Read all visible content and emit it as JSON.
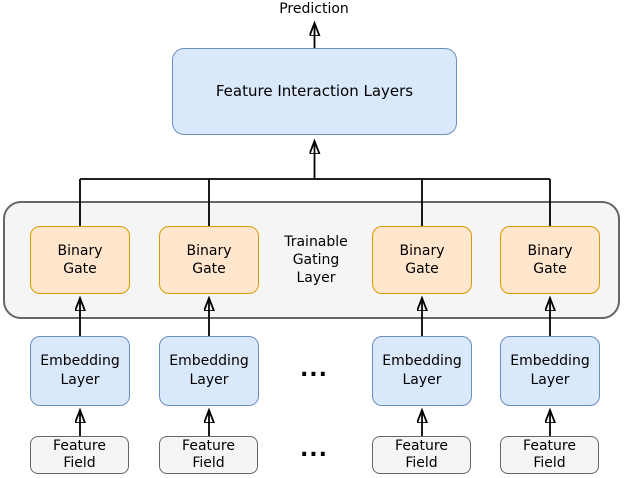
{
  "diagram": {
    "prediction_label": "Prediction",
    "feature_interaction_label": "Feature Interaction Layers",
    "gating_layer": {
      "label": "Trainable\nGating\nLayer",
      "gates": [
        {
          "label": "Binary\nGate"
        },
        {
          "label": "Binary\nGate"
        },
        {
          "label": "Binary\nGate"
        },
        {
          "label": "Binary\nGate"
        }
      ]
    },
    "embedding_layers": [
      {
        "label": "Embedding\nLayer"
      },
      {
        "label": "Embedding\nLayer"
      },
      {
        "label": "Embedding\nLayer"
      },
      {
        "label": "Embedding\nLayer"
      }
    ],
    "feature_fields": [
      {
        "label": "Feature\nField"
      },
      {
        "label": "Feature\nField"
      },
      {
        "label": "Feature\nField"
      },
      {
        "label": "Feature\nField"
      }
    ],
    "ellipsis": "...",
    "colors": {
      "blue_fill": "#dae8fc",
      "blue_border": "#6c8ebf",
      "orange_fill": "#ffe6cc",
      "orange_border": "#d79b00",
      "gray_fill": "#f5f5f5",
      "gray_border": "#666666",
      "line": "#000000",
      "background": "#ffffff"
    }
  }
}
